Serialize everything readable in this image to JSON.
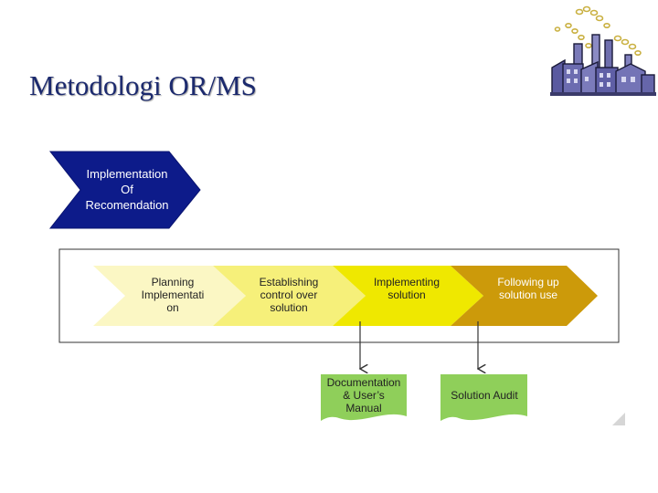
{
  "slide": {
    "title": "Metodologi OR/MS",
    "logo_icon": "factory-clipart-icon"
  },
  "diagram": {
    "header": {
      "lines": [
        "Implementation",
        "Of",
        "Recomendation"
      ],
      "color": "#0d1b8a"
    },
    "steps": [
      {
        "lines": [
          "Planning",
          "Implementati",
          "on"
        ],
        "color": "#fbf7c4"
      },
      {
        "lines": [
          "Establishing",
          "control over",
          "solution"
        ],
        "color": "#f6f07a"
      },
      {
        "lines": [
          "Implementing",
          "solution"
        ],
        "color": "#efe800"
      },
      {
        "lines": [
          "Following up",
          "solution use"
        ],
        "color": "#cc9a0a"
      }
    ],
    "outputs": [
      {
        "lines": [
          "Documentation",
          "& User’s",
          "Manual"
        ],
        "from_step": 2,
        "color": "#8fcf5a"
      },
      {
        "lines": [
          "Solution Audit"
        ],
        "from_step": 3,
        "color": "#8fcf5a"
      }
    ]
  }
}
